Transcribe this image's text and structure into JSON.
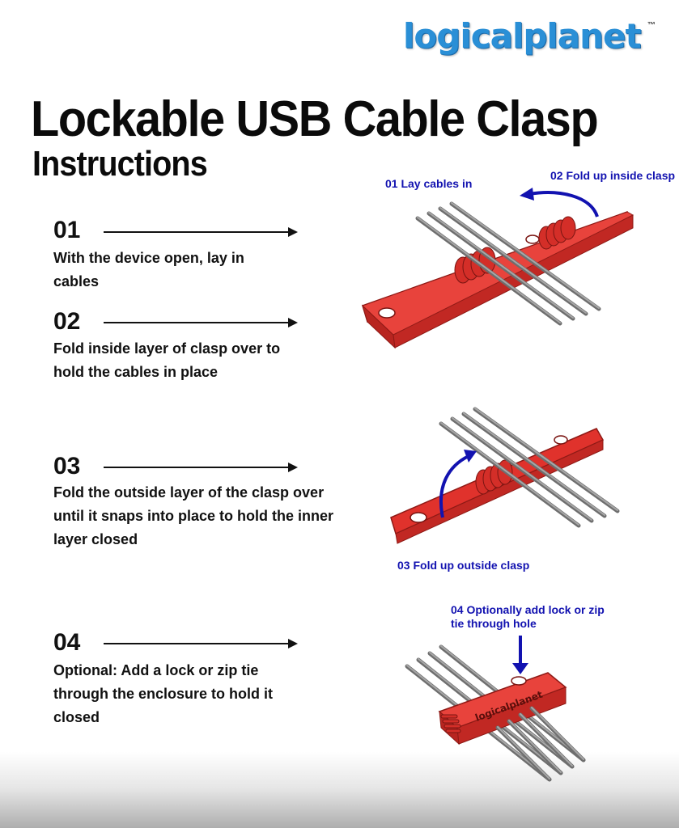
{
  "brand": {
    "name": "logicalplanet",
    "trademark": "™"
  },
  "title": "Lockable USB Cable Clasp",
  "subtitle": "Instructions",
  "steps": [
    {
      "number": "01",
      "text": "With the device open, lay in cables"
    },
    {
      "number": "02",
      "text": "Fold inside layer of clasp over to hold the cables in place"
    },
    {
      "number": "03",
      "text": "Fold the outside layer of the clasp over until it snaps into place to hold the inner layer closed"
    },
    {
      "number": "04",
      "text": "Optional: Add a lock or zip tie through the enclosure to hold it closed"
    }
  ],
  "callouts": {
    "lay_cables": "01 Lay cables in",
    "fold_inside": "02 Fold up inside clasp",
    "fold_outside": "03 Fold up outside clasp",
    "lock_line1": "04 Optionally add lock or zip",
    "lock_line2": "tie through hole"
  },
  "product_engraving": "logicalplanet",
  "colors": {
    "clasp_red": "#e0322c",
    "cable_gray": "#8a8a8a",
    "callout_blue": "#1212b0",
    "logo_blue": "#2a8fd6"
  }
}
